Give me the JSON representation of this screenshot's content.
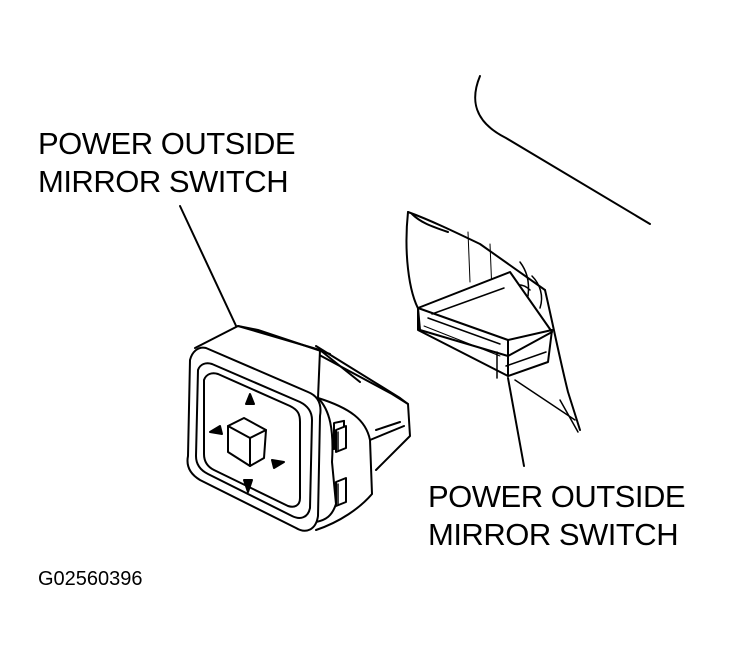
{
  "labels": {
    "switch_label": {
      "line1": "POWER OUTSIDE",
      "line2": "MIRROR SWITCH"
    },
    "mount_label": {
      "line1": "POWER OUTSIDE",
      "line2": "MIRROR SWITCH"
    }
  },
  "figure_code": "G02560396",
  "colors": {
    "ink": "#000000",
    "paper": "#ffffff"
  }
}
